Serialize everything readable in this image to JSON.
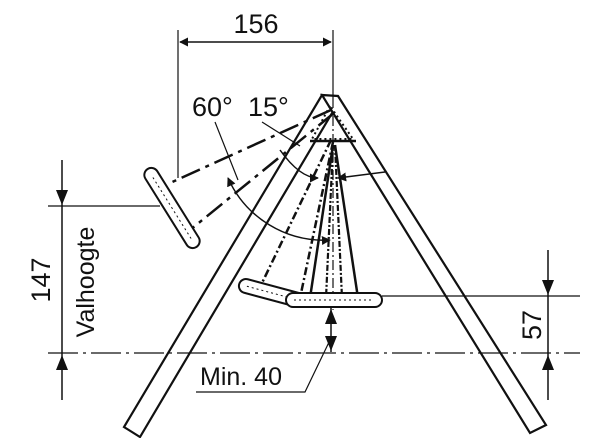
{
  "dimensions": {
    "top_width": "156",
    "left_height": "147",
    "right_height": "57"
  },
  "angles": {
    "outer": "60°",
    "inner": "15°"
  },
  "labels": {
    "fall_height": "Valhoogte",
    "minimum": "Min. 40"
  }
}
